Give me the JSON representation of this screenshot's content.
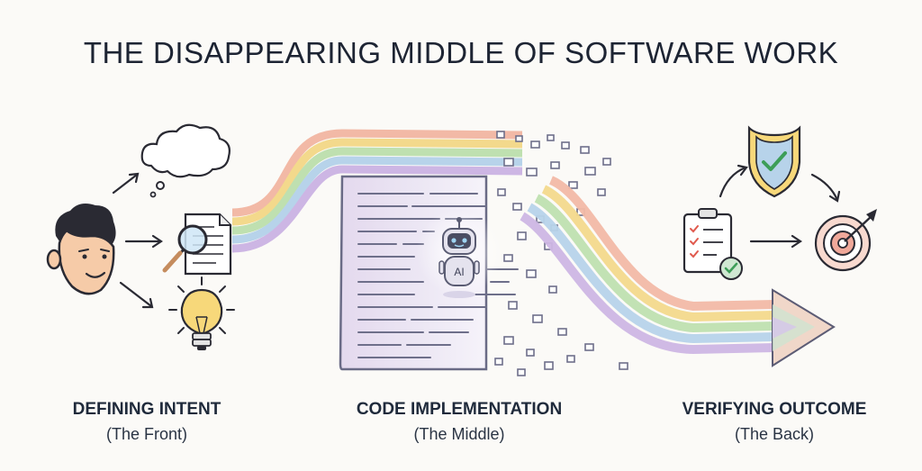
{
  "title": "THE DISAPPEARING MIDDLE OF SOFTWARE WORK",
  "stages": [
    {
      "heading": "DEFINING INTENT",
      "sub": "(The Front)"
    },
    {
      "heading": "CODE IMPLEMENTATION",
      "sub": "(The Middle)"
    },
    {
      "heading": "VERIFYING OUTCOME",
      "sub": "(The Back)"
    }
  ],
  "robot_label": "AI",
  "rainbow_colors": [
    "#f2b9a6",
    "#f3d98c",
    "#bfe0b0",
    "#b7d3ea",
    "#cdb6e4"
  ],
  "icons": [
    "person-avatar-icon",
    "thought-cloud-icon",
    "document-magnifier-icon",
    "lightbulb-icon",
    "robot-icon",
    "shield-check-icon",
    "clipboard-checklist-icon",
    "target-arrow-icon"
  ]
}
